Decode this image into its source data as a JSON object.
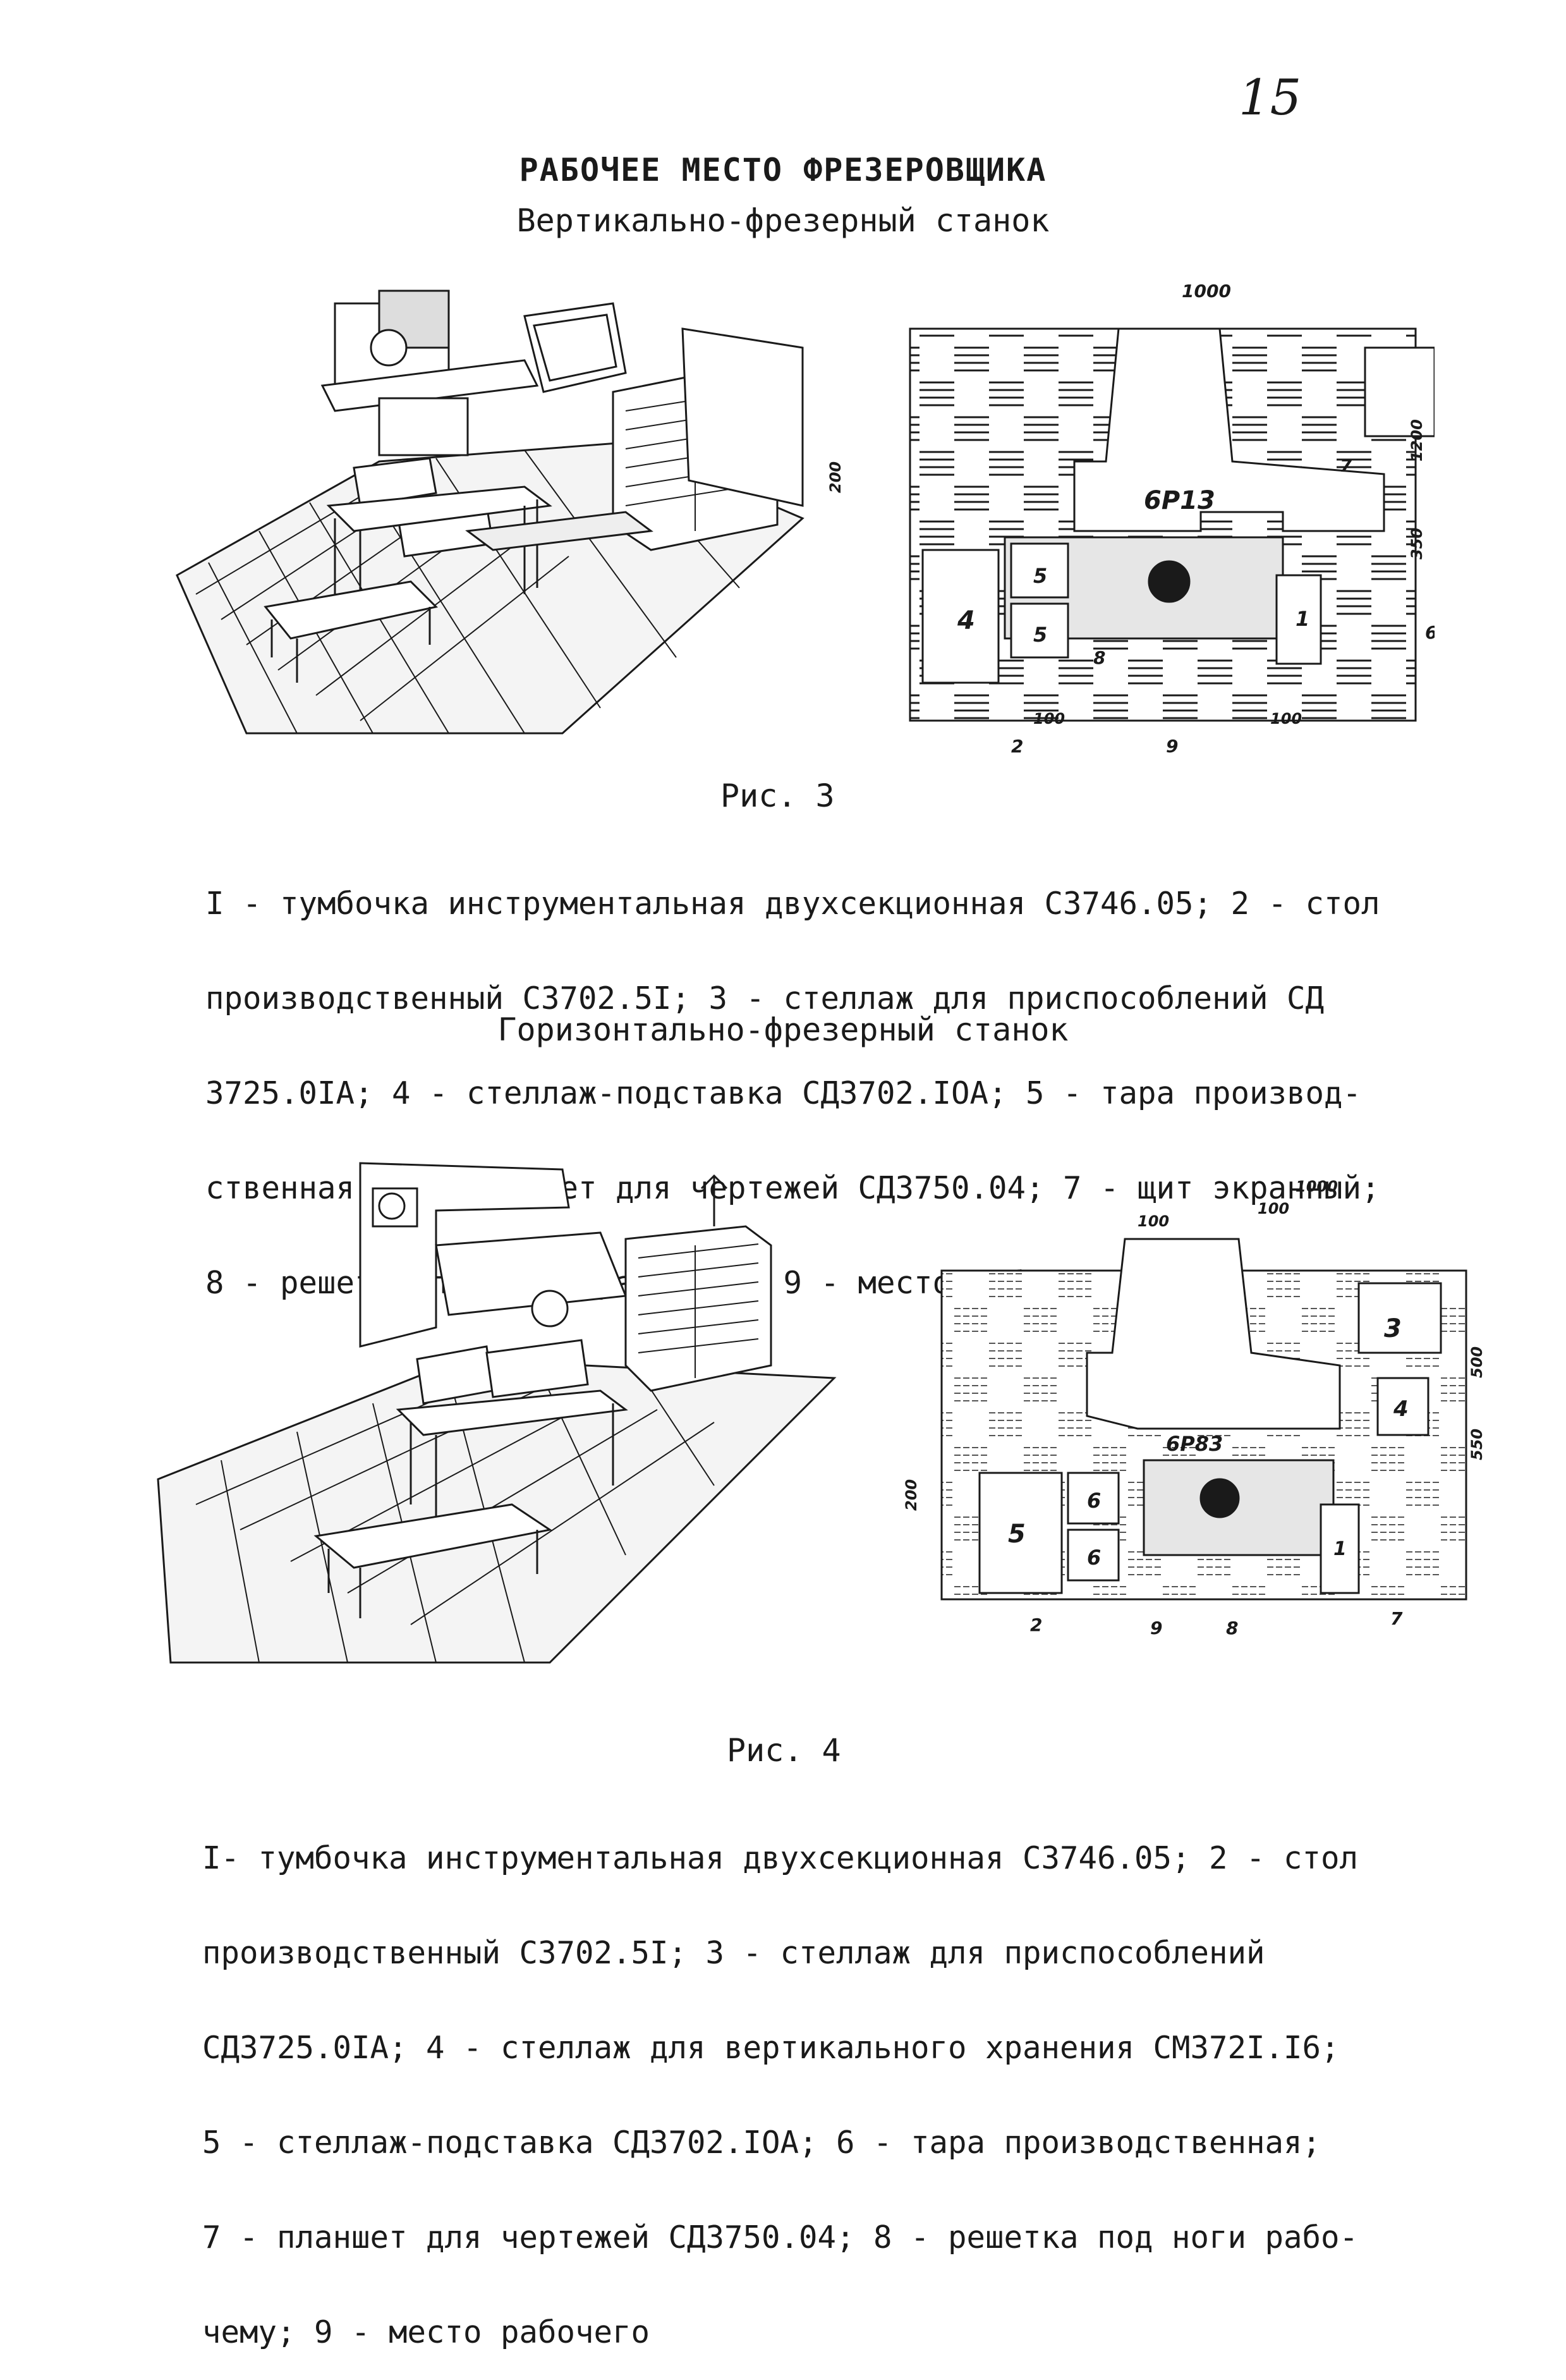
{
  "page_number": "15",
  "title": "РАБОЧЕЕ МЕСТО ФРЕЗЕРОВЩИКА",
  "section1": {
    "heading": "Вертикально-фрезерный станок",
    "figure_caption": "Рис. 3",
    "plan_labels": {
      "machine": "6Р13",
      "dim_1000": "1000",
      "dim_200": "200",
      "dim_1200": "1200",
      "dim_350": "350",
      "dim_100_left": "100",
      "dim_100_right": "100",
      "n1": "1",
      "n2": "2",
      "n4": "4",
      "n5a": "5",
      "n5b": "5",
      "n6": "6",
      "n7": "7",
      "n8": "8",
      "n9": "9"
    },
    "legend_lines": [
      "I - тумбочка инструментальная двухсекционная С3746.05; 2 - стол",
      "производственный С3702.5I; 3 - стеллаж для приспособлений СД",
      "3725.0IА; 4 - стеллаж-подставка СД3702.IОА; 5 - тара производ-",
      "ственная; 6 - планшет для чертежей СД3750.04; 7 - щит экранный;",
      "8 - решетка под ноги рабочему; 9 - место рабочего"
    ]
  },
  "section2": {
    "heading": "Горизонтально-фрезерный станок",
    "figure_caption": "Рис. 4",
    "plan_labels": {
      "machine": "6Р83",
      "dim_1000": "1000",
      "dim_100_a": "100",
      "dim_100_b": "100",
      "dim_500": "500",
      "dim_550": "550",
      "dim_200": "200",
      "n1": "1",
      "n2": "2",
      "n3": "3",
      "n4": "4",
      "n5": "5",
      "n6a": "6",
      "n6b": "6",
      "n7": "7",
      "n8": "8",
      "n9": "9"
    },
    "legend_lines": [
      "I- тумбочка инструментальная двухсекционная С3746.05; 2 - стол",
      "производственный С3702.5I; 3 - стеллаж для приспособлений",
      "СД3725.0IА; 4 - стеллаж для вертикального хранения СМ372I.I6;",
      "5 - стеллаж-подставка СД3702.IОА; 6 - тара производственная;",
      "7 - планшет для чертежей СД3750.04; 8 - решетка под ноги рабо-",
      "чему; 9 - место рабочего"
    ]
  }
}
